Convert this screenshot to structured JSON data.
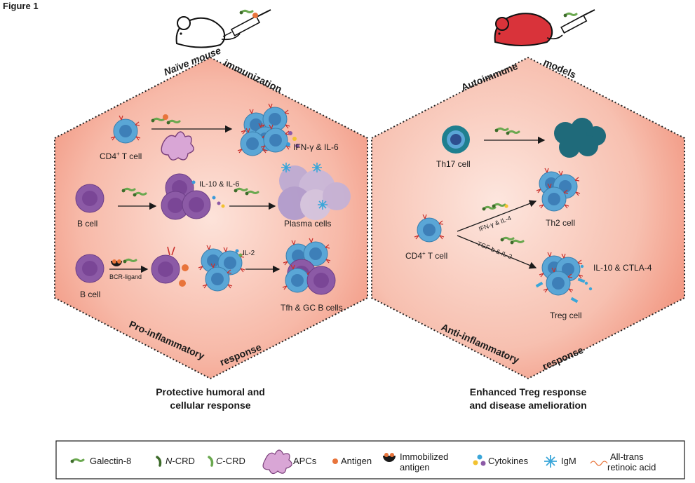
{
  "figure_label": "Figure 1",
  "left_panel": {
    "top_left_label": "Naïve mouse",
    "top_right_label": "immunization",
    "bottom_label_left": "Pro-inflammatory",
    "bottom_label_right": "response",
    "row1": {
      "input_cell": "CD4",
      "input_cell_sup": "+",
      "input_cell_suffix": " T cell",
      "output": "IFN-γ & IL-6"
    },
    "row2": {
      "input_cell": "B cell",
      "cytokines": "IL-10 & IL-6",
      "output": "Plasma cells"
    },
    "row3": {
      "input_cell": "B cell",
      "arrow_label": "BCR-ligand",
      "cytokine": "IL-2",
      "output": "Tfh & GC B cells"
    },
    "outcome_line1": "Protective humoral and",
    "outcome_line2": "cellular response",
    "colors": {
      "hex_fill": "#f6b8a8",
      "tcell": "#5aa6d6",
      "bcell": "#8c5aa6",
      "apc": "#d9a6d6"
    }
  },
  "right_panel": {
    "top_left_label": "Autoimmune",
    "top_right_label": "models",
    "bottom_label_left": "Anti-inflammatory",
    "bottom_label_right": "response",
    "th17_label": "Th17 cell",
    "input_cell": "CD4",
    "input_cell_sup": "+",
    "input_cell_suffix": " T cell",
    "upper_arrow_label": "IFN-γ & IL-4",
    "lower_arrow_label": "TGF-b & IL-2",
    "th2_label": "Th2 cell",
    "treg_label": "Treg cell",
    "treg_output": "IL-10 & CTLA-4",
    "outcome_line1": "Enhanced Treg response",
    "outcome_line2": "and disease amelioration",
    "colors": {
      "th17": "#1f7f8f",
      "mouse": "#d9333a"
    }
  },
  "legend": {
    "galectin8": "Galectin-8",
    "ncrd_italic": "N",
    "ncrd_rest": "-CRD",
    "ccrd_italic": "C",
    "ccrd_rest": "-CRD",
    "apcs": "APCs",
    "antigen": "Antigen",
    "immobilized_line1": "Immobilized",
    "immobilized_line2": "antigen",
    "cytokines": "Cytokines",
    "igm": "IgM",
    "atra_line1": "All-trans",
    "atra_line2": "retinoic acid"
  }
}
